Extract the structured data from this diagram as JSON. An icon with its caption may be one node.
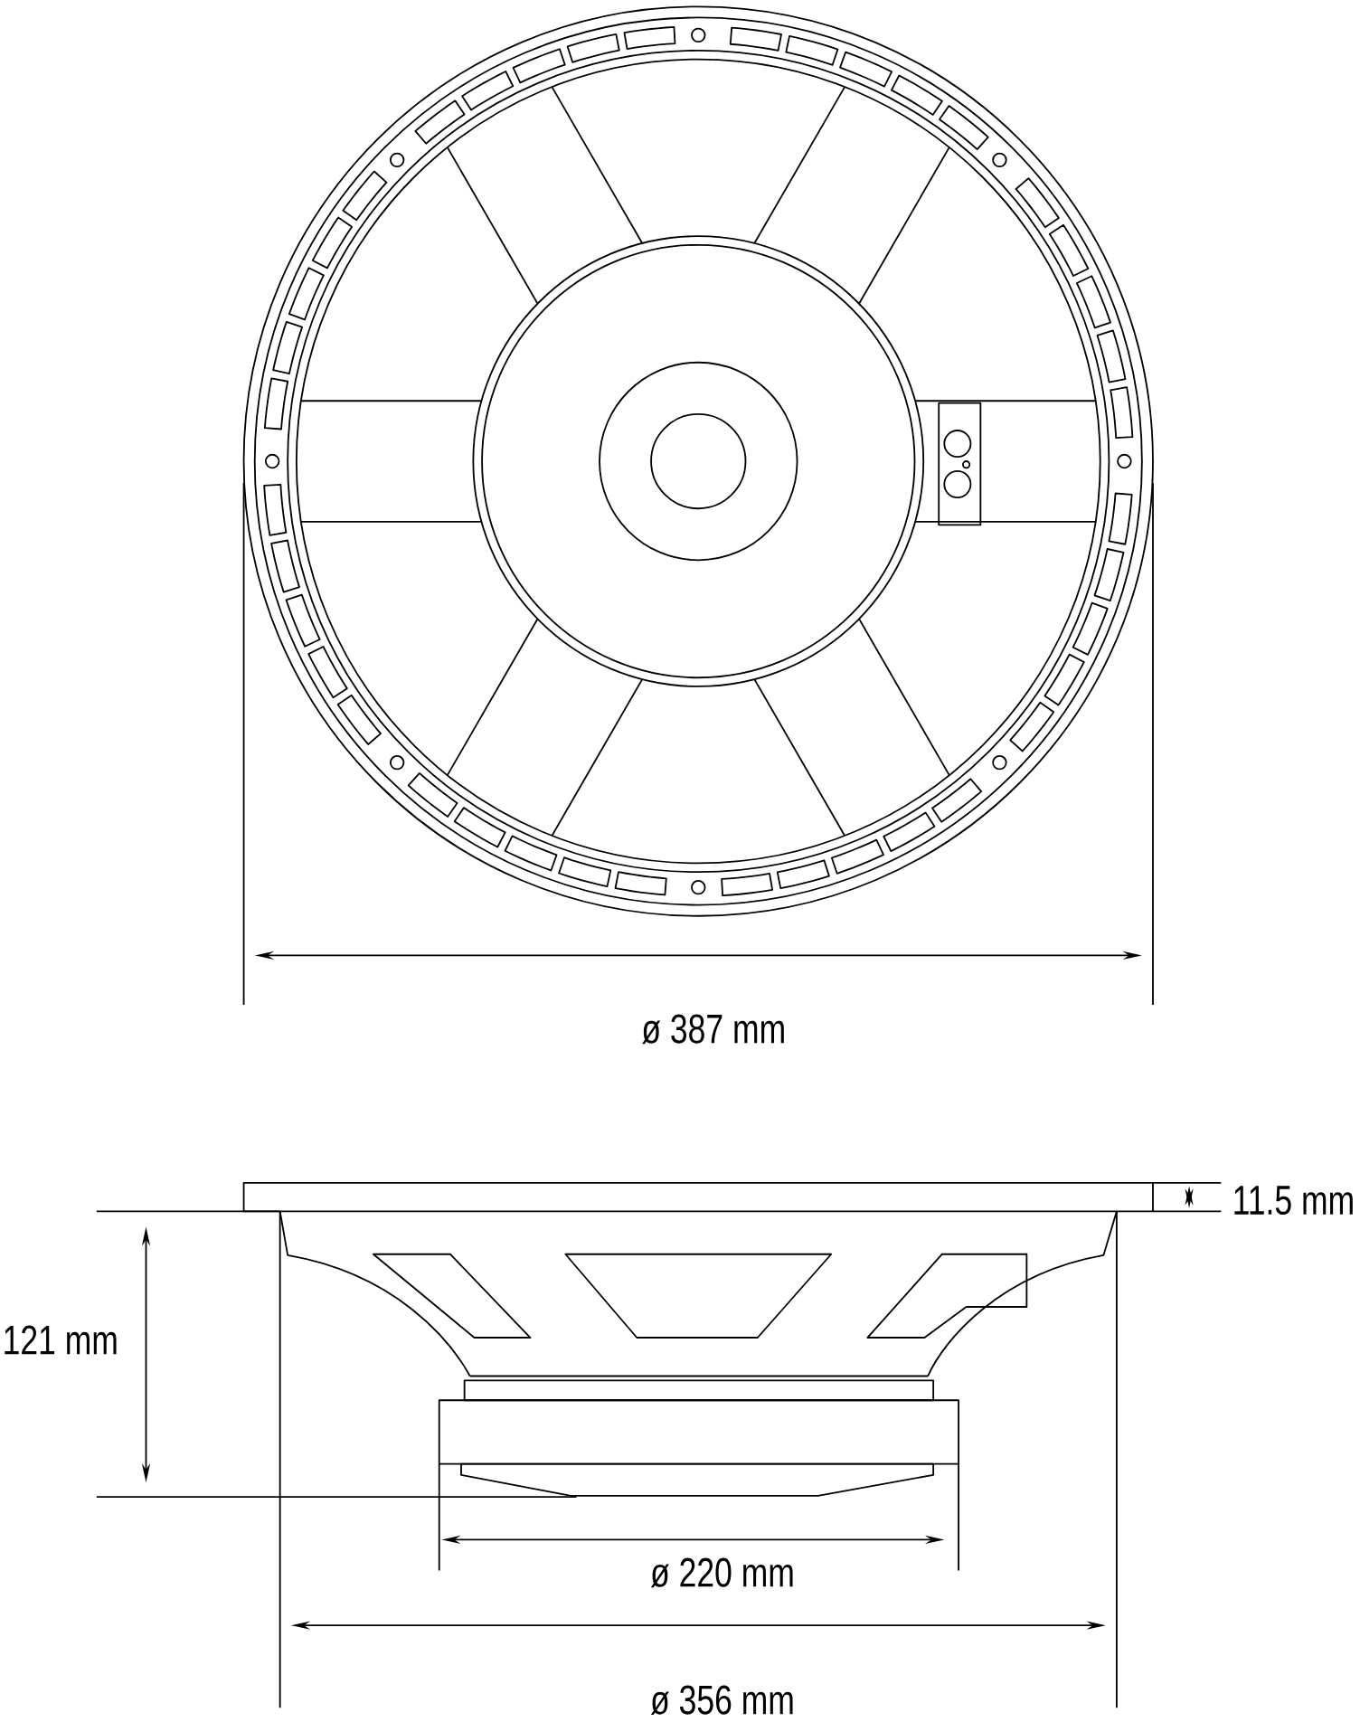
{
  "diagram": {
    "labels": [
      "ø 387 mm",
      "11.5 mm",
      "121 mm",
      "ø 220 mm",
      "ø 356 mm"
    ]
  }
}
